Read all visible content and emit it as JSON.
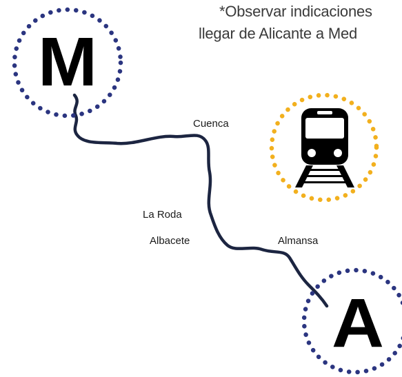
{
  "note": {
    "line1": "*Observar indicaciones",
    "line2": "llegar de Alicante a Med"
  },
  "origin": {
    "letter": "M"
  },
  "destination": {
    "letter": "A"
  },
  "stations": {
    "cuenca": "Cuenca",
    "la_roda": "La Roda",
    "albacete": "Albacete",
    "almansa": "Almansa"
  },
  "transport": {
    "icon": "train-icon"
  },
  "colors": {
    "route": "#1c2541",
    "city_ring": "#2b3580",
    "train_ring": "#f2b01e",
    "text": "#1a1a1a"
  }
}
